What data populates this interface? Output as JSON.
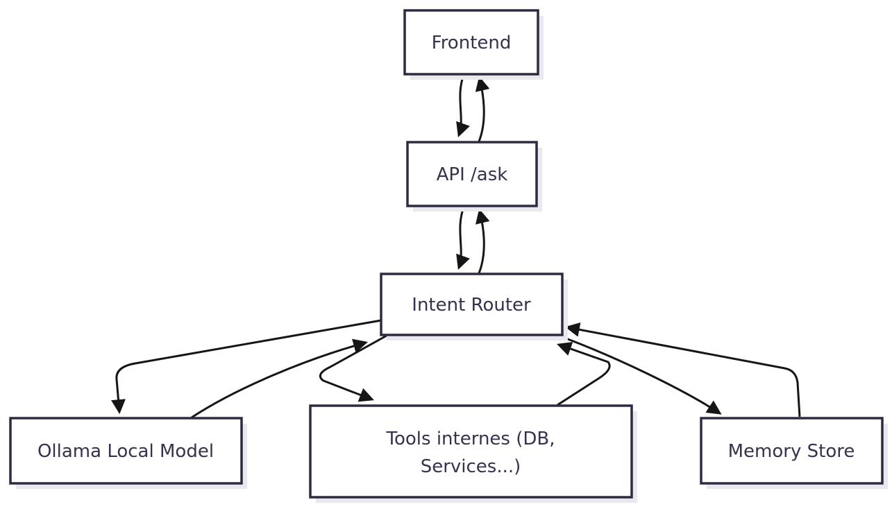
{
  "diagram": {
    "type": "flowchart",
    "background": "#ffffff",
    "colors": {
      "node_border": "#2b2b44",
      "node_fill": "#ffffff",
      "node_text": "#333351",
      "arrow": "#161616",
      "shadow": "#e9e9ed"
    },
    "nodes": {
      "frontend": {
        "label": "Frontend"
      },
      "api": {
        "label": "API /ask"
      },
      "router": {
        "label": "Intent Router"
      },
      "ollama": {
        "label": "Ollama Local Model"
      },
      "tools": {
        "label": "Tools internes (DB, Services...)",
        "label_line1": "Tools internes (DB,",
        "label_line2": "Services...)"
      },
      "memory": {
        "label": "Memory Store"
      }
    },
    "edges": [
      {
        "from": "Frontend",
        "to": "API /ask"
      },
      {
        "from": "API /ask",
        "to": "Frontend"
      },
      {
        "from": "API /ask",
        "to": "Intent Router"
      },
      {
        "from": "Intent Router",
        "to": "API /ask"
      },
      {
        "from": "Intent Router",
        "to": "Ollama Local Model"
      },
      {
        "from": "Ollama Local Model",
        "to": "Intent Router"
      },
      {
        "from": "Intent Router",
        "to": "Tools internes (DB, Services...)"
      },
      {
        "from": "Tools internes (DB, Services...)",
        "to": "Intent Router"
      },
      {
        "from": "Intent Router",
        "to": "Memory Store"
      },
      {
        "from": "Memory Store",
        "to": "Intent Router"
      }
    ]
  }
}
